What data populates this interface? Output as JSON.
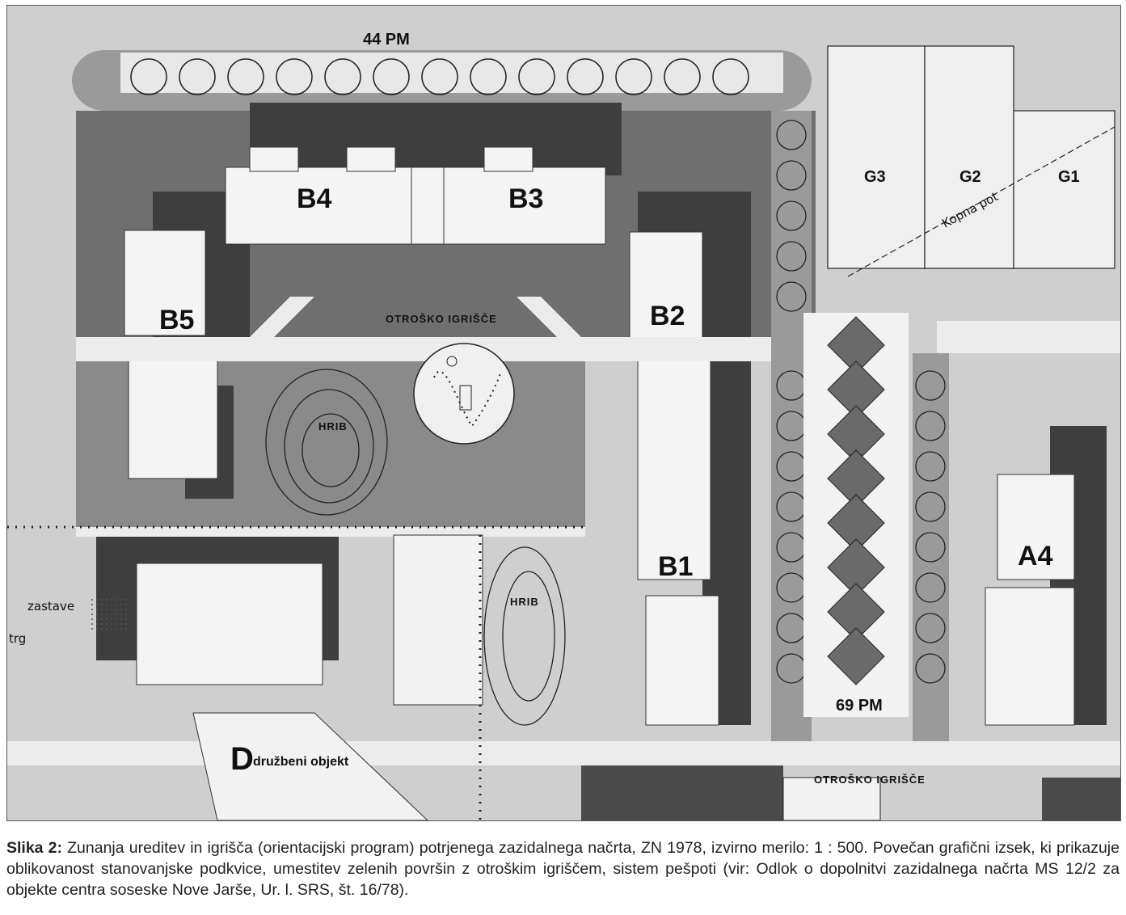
{
  "map": {
    "labels": {
      "top_road": "44 PM",
      "bottom_road": "69 PM",
      "b1": "B1",
      "b2": "B2",
      "b3": "B3",
      "b4": "B4",
      "b5": "B5",
      "a4": "A4",
      "g1": "G1",
      "g2": "G2",
      "g3": "G3",
      "playground_top": "OTROŠKO IGRIŠČE",
      "playground_bottom": "OTROŠKO IGRIŠČE",
      "hill_left": "HRIB",
      "hill_right": "HRIB",
      "kopna_pot": "Kopna pot",
      "zastave": "zastave",
      "trg": "trg",
      "social_letter": "D",
      "social_text": "družbeni objekt"
    },
    "colors": {
      "paper": "#d9d9d9",
      "shadow": "#4a4a4a",
      "mid_gray": "#8f8f8f",
      "building": "#f4f4f4",
      "ink": "#111111"
    }
  },
  "caption": {
    "label": "Slika 2:",
    "text": " Zunanja ureditev in igrišča (orientacijski program) potrjenega zazidalnega načrta, ZN 1978, izvirno merilo: 1 : 500. Povečan grafični izsek, ki prikazuje oblikovanost stanovanjske podkvice, umestitev zelenih površin z otroškim igriščem, sistem pešpoti (vir: Odlok o dopolnitvi zazidalnega načrta MS 12/2 za objekte centra soseske Nove Jarše, Ur. l. SRS, št. 16/78)."
  }
}
